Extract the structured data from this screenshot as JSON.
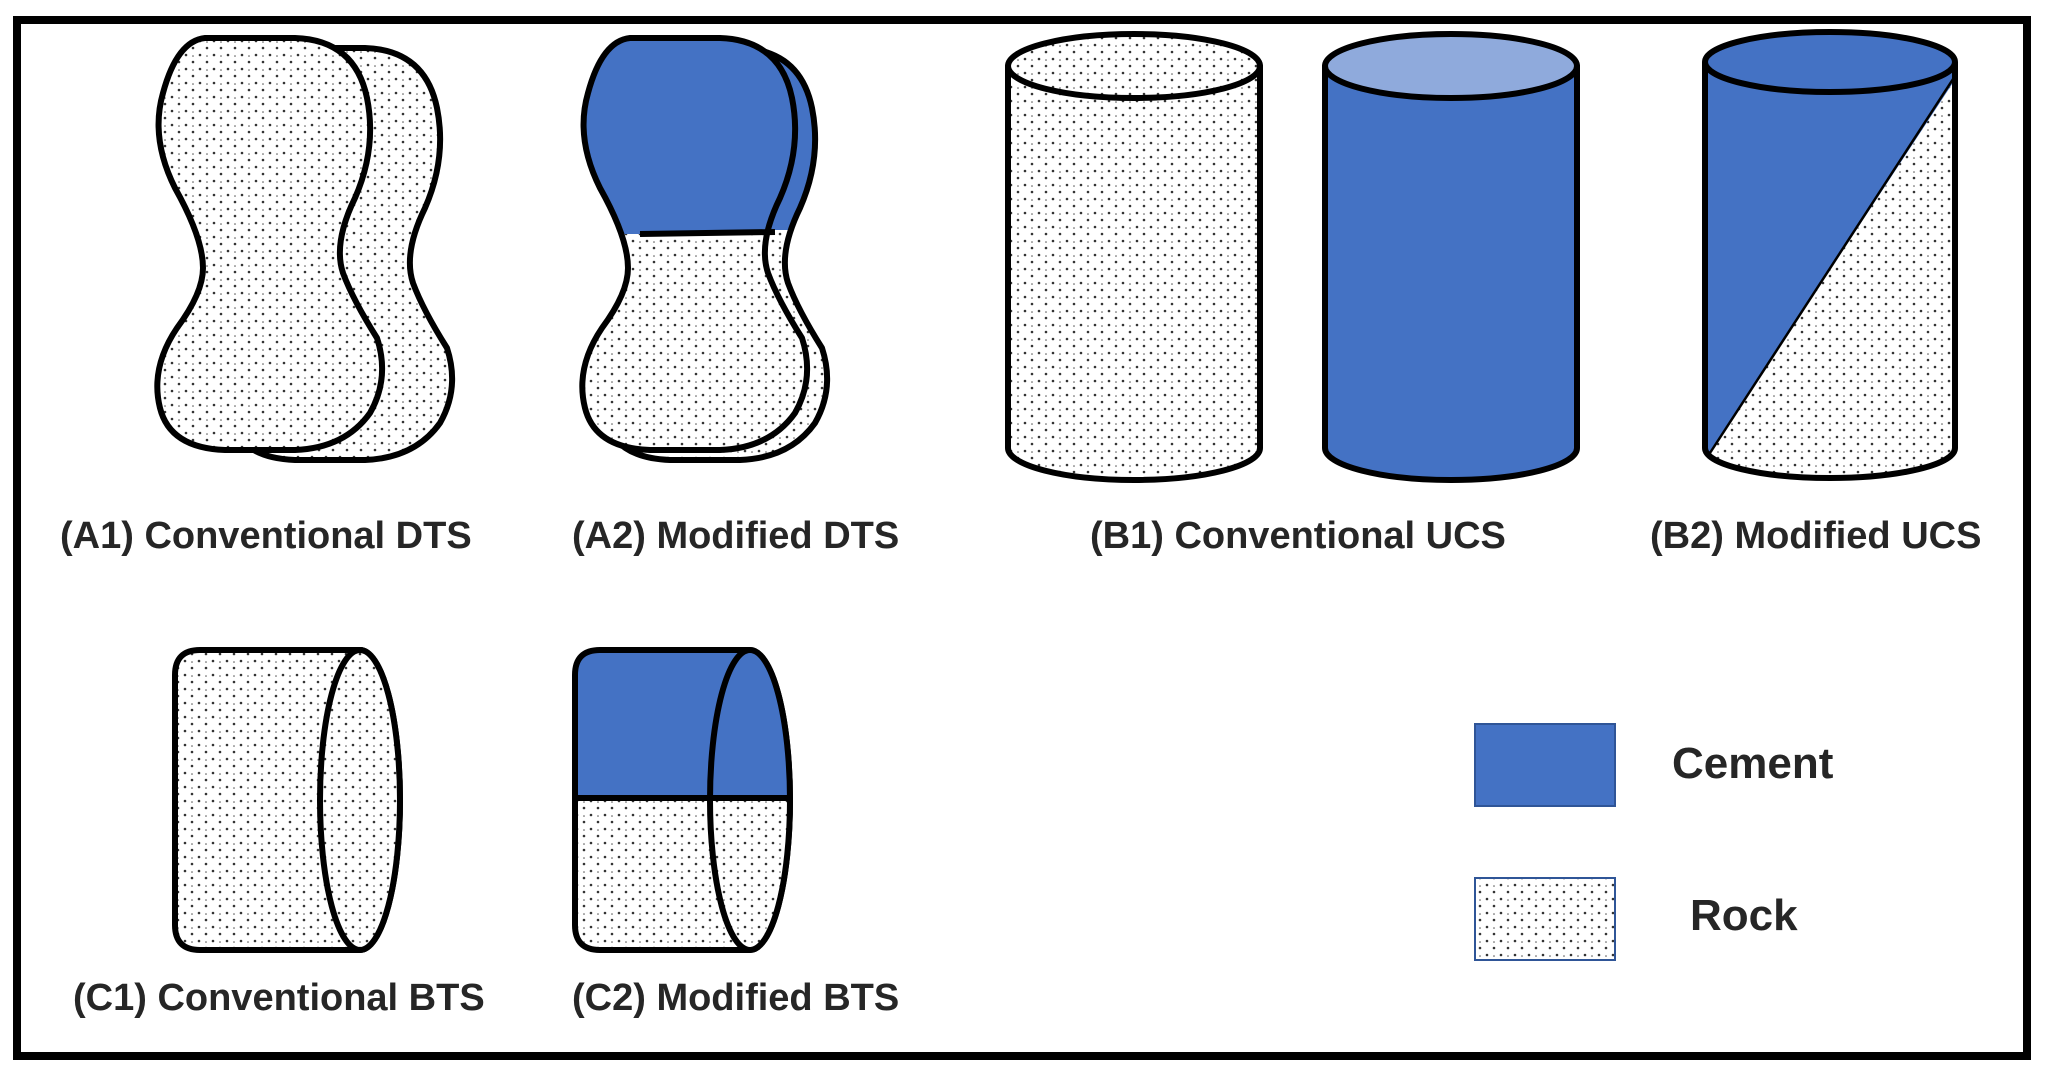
{
  "labels": {
    "a1": "(A1) Conventional DTS",
    "a2": "(A2) Modified DTS",
    "b1": "(B1) Conventional UCS",
    "b2": "(B2) Modified UCS",
    "c1": "(C1) Conventional BTS",
    "c2": "(C2) Modified BTS"
  },
  "legend": {
    "cement": "Cement",
    "rock": "Rock"
  },
  "colors": {
    "cement": "#4472C4",
    "cement_top": "#8FAADC",
    "rock_fill": "#ffffff",
    "rock_dot": "#333333",
    "outline": "#000000"
  }
}
